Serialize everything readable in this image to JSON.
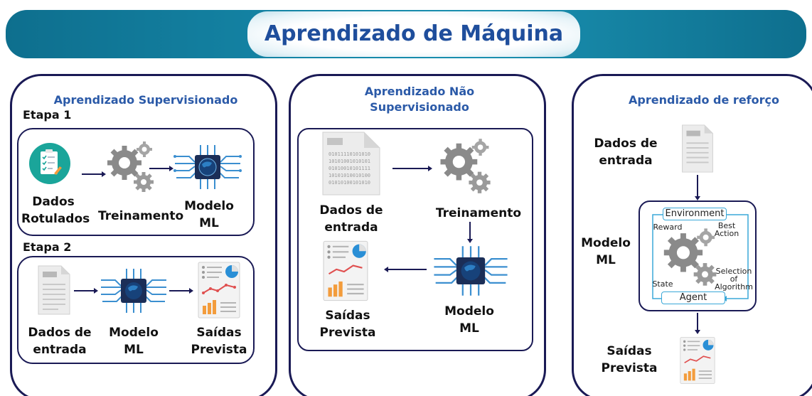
{
  "header": {
    "title": "Aprendizado de Máquina"
  },
  "supervised": {
    "title": "Aprendizado Supervisionado",
    "stage1": "Etapa 1",
    "stage2": "Etapa 2",
    "s1_labeled": "Dados\nRotulados",
    "s1_training": "Treinamento",
    "s1_model": "Modelo\nML",
    "s2_input": "Dados de\nentrada",
    "s2_model": "Modelo\nML",
    "s2_output": "Saídas\nPrevista"
  },
  "unsupervised": {
    "title": "Aprendizado Não\nSupervisionado",
    "input": "Dados de\nentrada",
    "training": "Treinamento",
    "model": "Modelo\nML",
    "output": "Saídas\nPrevista",
    "doc_bits": [
      "01011110101010",
      "10101001010101",
      "01010010101111",
      "10101010010100",
      "01010100101010"
    ]
  },
  "reinforcement": {
    "title": "Aprendizado de reforço",
    "input": "Dados de\nentrada",
    "model": "Modelo\nML",
    "output": "Saídas\nPrevista",
    "environment": "Environment",
    "reward": "Reward",
    "best_action": "Best\nAction",
    "selection": "Selection\nof\nAlgorithm",
    "state": "State",
    "agent": "Agent"
  },
  "colors": {
    "banner": "#1587a8",
    "title": "#1f4e9c",
    "panel_border": "#1a1a55",
    "arrow": "#1a1a55",
    "accent_teal": "#1aa59a",
    "chart_orange": "#f39c3c",
    "chart_red": "#e05050",
    "chart_blue": "#2a8fd6"
  },
  "icons": [
    "checklist-icon",
    "gears-icon",
    "ml-chip-icon",
    "document-icon",
    "report-icon"
  ]
}
